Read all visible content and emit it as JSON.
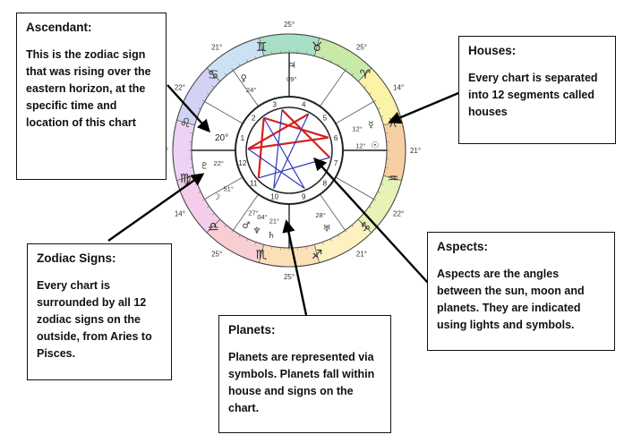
{
  "colors": {
    "callout_border": "#111111",
    "arrow": "#000000",
    "aspect_red": "#d62020",
    "aspect_blue": "#2b3bbf",
    "sign_band": [
      "#f7cfa2",
      "#fbf3a8",
      "#c9e9a8",
      "#a7e0c6",
      "#cde1f4",
      "#d2d2f5",
      "#ecd2f5",
      "#f5cdea",
      "#f7cfd3",
      "#fce0b8",
      "#fdf2bf",
      "#e6f2b6"
    ]
  },
  "callouts": {
    "ascendant": {
      "title": "Ascendant:",
      "body": "This is the zodiac sign that was rising over the eastern horizon, at the specific time and location of this chart"
    },
    "houses": {
      "title": "Houses:",
      "body": "Every chart is separated into 12 segments called houses"
    },
    "zodiac_signs": {
      "title": "Zodiac Signs:",
      "body": "Every chart is surrounded by all 12 zodiac signs on the outside, from Aries to Pisces."
    },
    "aspects": {
      "title": "Aspects:",
      "body": "Aspects are the angles between the sun, moon and planets. They are indicated using lights and symbols."
    },
    "planets": {
      "title": "Planets:",
      "body": "Planets are represented via symbols. Planets fall within house and signs on the chart."
    }
  },
  "wheel": {
    "sign_glyphs": [
      "♉",
      "♊",
      "♋",
      "♌",
      "♍",
      "♎",
      "♏",
      "♐",
      "♑",
      "♒",
      "♓",
      "♈"
    ],
    "house_numbers": [
      "1",
      "2",
      "3",
      "4",
      "5",
      "6",
      "7",
      "8",
      "9",
      "10",
      "11",
      "12"
    ],
    "cusp_degrees": [
      "20°",
      "22°",
      "21°",
      "25°",
      "25°",
      "14°",
      "21°",
      "22°",
      "21°",
      "25°",
      "25°",
      "14°"
    ],
    "ascendant_label": "20°",
    "planet_labels": [
      {
        "glyph": "♃",
        "deg": "09°"
      },
      {
        "glyph": "♀",
        "deg": "24°"
      },
      {
        "glyph": "☿",
        "deg": "12°"
      },
      {
        "glyph": "☉",
        "deg": "12°"
      },
      {
        "glyph": "♄",
        "deg": "21°"
      },
      {
        "glyph": "♂",
        "deg": "27°"
      },
      {
        "glyph": "♆",
        "deg": "04°"
      },
      {
        "glyph": "♅",
        "deg": "28°"
      },
      {
        "glyph": "♇",
        "deg": "22°"
      },
      {
        "glyph": "☽",
        "deg": "51°"
      }
    ]
  }
}
